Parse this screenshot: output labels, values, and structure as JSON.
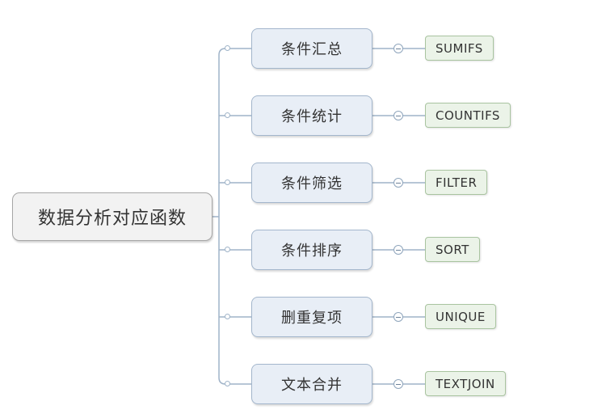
{
  "root": {
    "label": "数据分析对应函数"
  },
  "branches": [
    {
      "label": "条件汇总",
      "function": "SUMIFS"
    },
    {
      "label": "条件统计",
      "function": "COUNTIFS"
    },
    {
      "label": "条件筛选",
      "function": "FILTER"
    },
    {
      "label": "条件排序",
      "function": "SORT"
    },
    {
      "label": "删重复项",
      "function": "UNIQUE"
    },
    {
      "label": "文本合并",
      "function": "TEXTJOIN"
    }
  ],
  "colors": {
    "connector": "#9fb3c8",
    "root_fill": "#f2f2f2",
    "branch_fill": "#e8eef6",
    "leaf_fill": "#ebf3e8"
  }
}
